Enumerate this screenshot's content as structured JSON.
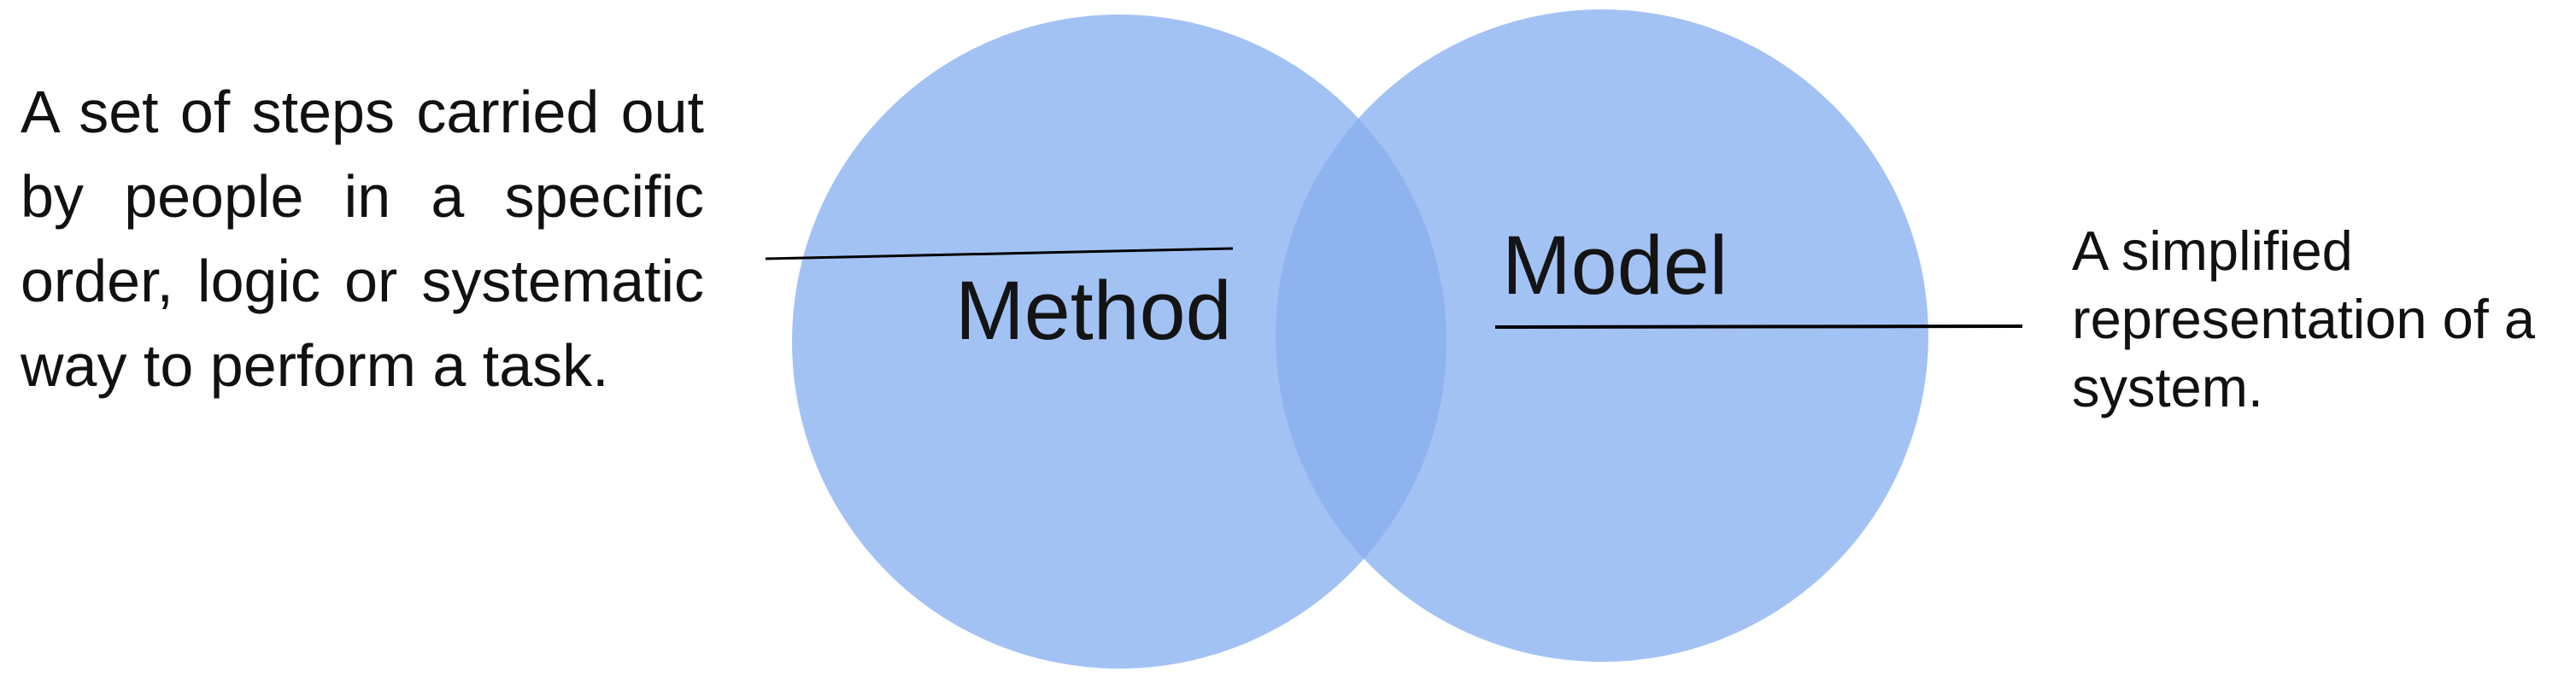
{
  "venn": {
    "type": "venn-diagram",
    "circles": [
      {
        "id": "method",
        "label": "Method"
      },
      {
        "id": "model",
        "label": "Model"
      }
    ],
    "left_note": {
      "full_text": "A set of steps carried out by people in a specific order, logic or systematic way to perform a task.",
      "lines": [
        "A set of steps carried out",
        "by people in a specific",
        "order, logic or systematic",
        "way to perform a task."
      ],
      "points_to": "Method"
    },
    "right_note": {
      "full_text": "A simplified representation of a system.",
      "lines": [
        "A simplified",
        "representation of a",
        "system."
      ],
      "points_to": "Model"
    },
    "colors": {
      "circle_fill": "#A3C2F4",
      "overlap_fill": "#8FB3EF",
      "connector_line": "#000000",
      "text": "#111111"
    }
  }
}
